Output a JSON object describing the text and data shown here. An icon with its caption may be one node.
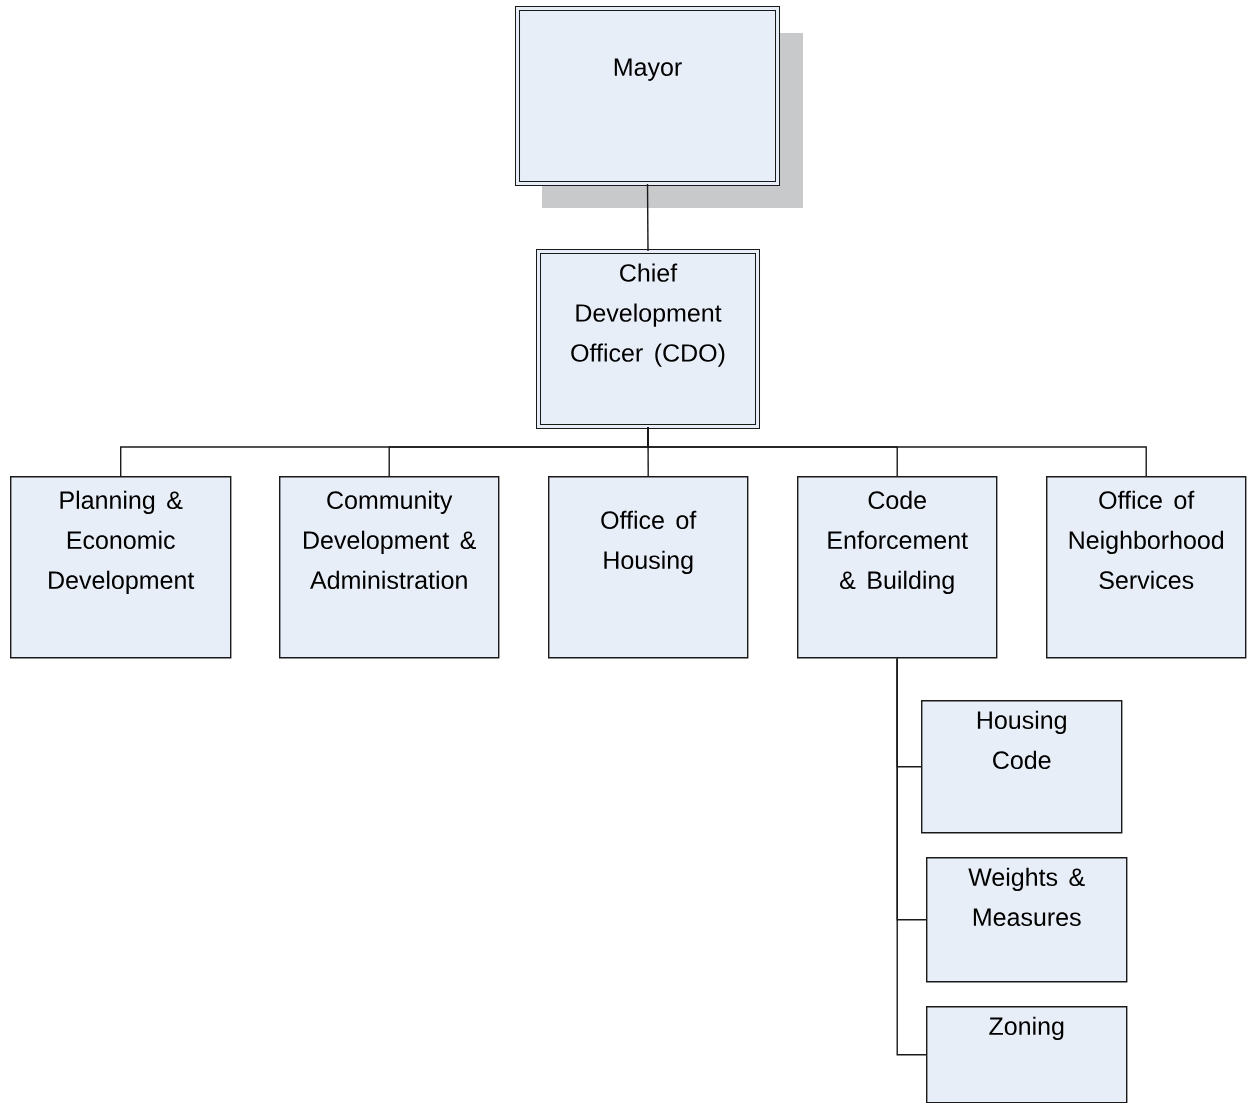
{
  "diagram": {
    "nodes": [
      {
        "text": [
          "Mayor"
        ]
      },
      {
        "text": [
          "Chief Development Officer (CDO)"
        ]
      },
      {
        "text": [
          "Planning & Economic Development"
        ]
      },
      {
        "text": [
          "Community Development & Administration"
        ]
      },
      {
        "text": [
          "Office of Housing"
        ]
      },
      {
        "text": [
          "Code Enforcement & Building"
        ]
      },
      {
        "text": [
          "Office of Neighborhood Services"
        ]
      },
      {
        "text": [
          "Housing Code"
        ]
      },
      {
        "text": [
          "Weights & Measures"
        ]
      },
      {
        "text": [
          "Zoning"
        ]
      }
    ],
    "edges": [
      {
        "from": 0,
        "to": 1,
        "arrow": "none"
      },
      {
        "from": 1,
        "to": 2,
        "arrow": "none"
      },
      {
        "from": 1,
        "to": 3,
        "arrow": "none"
      },
      {
        "from": 1,
        "to": 4,
        "arrow": "none"
      },
      {
        "from": 1,
        "to": 5,
        "arrow": "none"
      },
      {
        "from": 1,
        "to": 6,
        "arrow": "none"
      },
      {
        "from": 5,
        "to": 7,
        "arrow": "none"
      },
      {
        "from": 5,
        "to": 8,
        "arrow": "none"
      },
      {
        "from": 5,
        "to": 9,
        "arrow": "none"
      }
    ]
  }
}
